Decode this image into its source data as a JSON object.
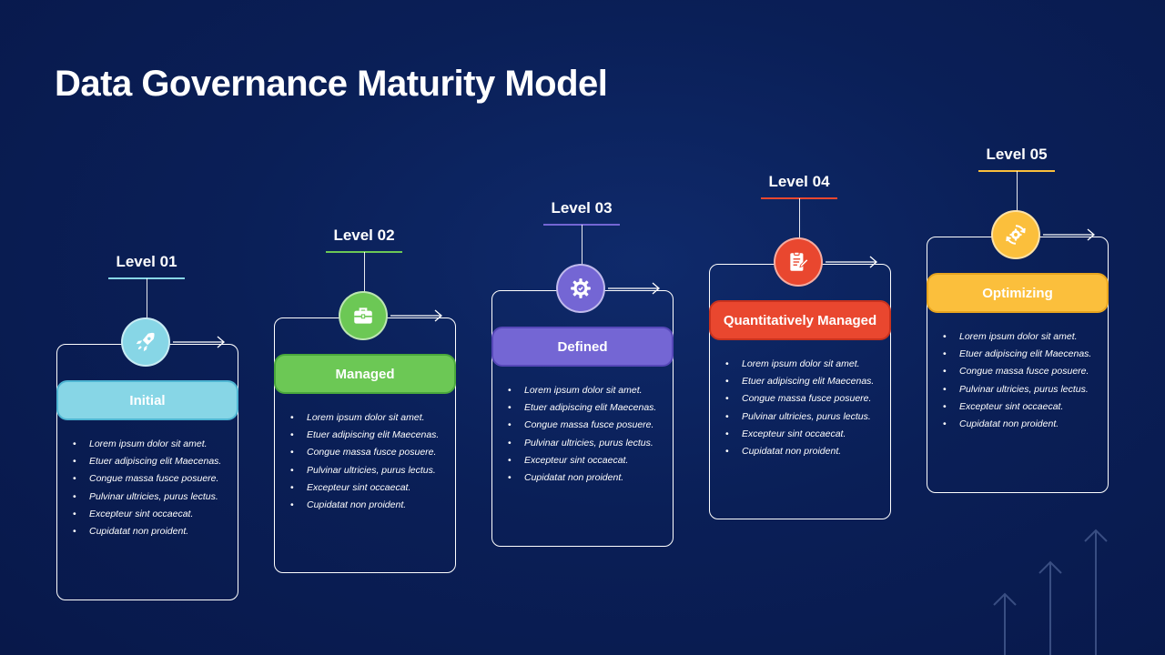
{
  "title": "Data Governance Maturity Model",
  "levels": [
    {
      "level": "Level 01",
      "name": "Initial",
      "icon": "rocket-icon",
      "accent": "#87d6e6",
      "accent_dark": "#4fb6d3",
      "bullets": [
        "Lorem ipsum dolor sit amet.",
        "Etuer adipiscing elit Maecenas.",
        "Congue massa fusce posuere.",
        "Pulvinar ultricies, purus lectus.",
        "Excepteur sint occaecat.",
        "Cupidatat non proident."
      ]
    },
    {
      "level": "Level 02",
      "name": "Managed",
      "icon": "briefcase-icon",
      "accent": "#6cc855",
      "accent_dark": "#4aa83c",
      "bullets": [
        "Lorem ipsum dolor sit amet.",
        "Etuer adipiscing elit Maecenas.",
        "Congue massa fusce posuere.",
        "Pulvinar ultricies, purus lectus.",
        "Excepteur sint occaecat.",
        "Cupidatat non proident."
      ]
    },
    {
      "level": "Level 03",
      "name": "Defined",
      "icon": "gear-check-icon",
      "accent": "#7466d4",
      "accent_dark": "#5648b8",
      "bullets": [
        "Lorem ipsum dolor sit amet.",
        "Etuer adipiscing elit Maecenas.",
        "Congue massa fusce posuere.",
        "Pulvinar ultricies, purus lectus.",
        "Excepteur sint occaecat.",
        "Cupidatat non proident."
      ]
    },
    {
      "level": "Level 04",
      "name": "Quantitatively Managed",
      "icon": "document-edit-icon",
      "accent": "#e9472f",
      "accent_dark": "#c9321e",
      "bullets": [
        "Lorem ipsum dolor sit amet.",
        "Etuer adipiscing elit Maecenas.",
        "Congue massa fusce posuere.",
        "Pulvinar ultricies, purus lectus.",
        "Excepteur sint occaecat.",
        "Cupidatat non proident."
      ]
    },
    {
      "level": "Level 05",
      "name": "Optimizing",
      "icon": "gear-cycle-icon",
      "accent": "#fbbf3c",
      "accent_dark": "#e8a51f",
      "bullets": [
        "Lorem ipsum dolor sit amet.",
        "Etuer adipiscing elit Maecenas.",
        "Congue massa fusce posuere.",
        "Pulvinar ultricies, purus lectus.",
        "Excepteur sint occaecat.",
        "Cupidatat non proident."
      ]
    }
  ]
}
